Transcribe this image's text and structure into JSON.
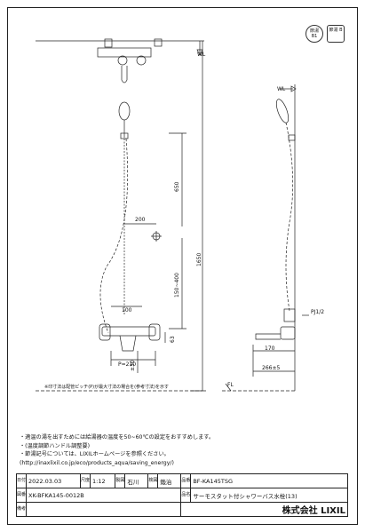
{
  "badges": {
    "left": "節湯 B1",
    "right": "節湯 B"
  },
  "labels": {
    "wl_top": "WL",
    "wl_side": "WL",
    "fl": "FL",
    "dim_650": "650",
    "dim_200": "200",
    "dim_150_400": "150~400",
    "dim_1650": "1650",
    "dim_100": "100",
    "dim_63": "63",
    "dim_p210": "P=210",
    "dim_30": "±30",
    "dim_170": "170",
    "dim_266": "266±5",
    "pj": "PJ1/2",
    "footnote": "※印寸法は配管ピッチ(P)が最大寸法の場合を(参考寸法)を示す"
  },
  "notes": [
    "・適温の湯を出すためには給湯器の温度を50~60℃の設定をおすすめします。",
    "・(温度調節ハンドル調整要)",
    "・節湯記号については、LIXILホームページを参照ください。",
    "(http://inaxlixil.co.jp/eco/products_aqua/saving_energy/)"
  ],
  "title_block": {
    "date_label": "日付",
    "date": "2022.03.03",
    "scale_label": "尺度",
    "scale": "1:12",
    "drawn_label": "製図",
    "drawn": "石川",
    "check_label": "検図",
    "check": "鍛治",
    "product_code_label": "品番",
    "product_code": "BF-KA145TSG",
    "drawing_no_label": "図番",
    "drawing_no": "XK-BFKA145-0012B",
    "product_name_label": "品名",
    "product_name": "サーモスタット付シャワーバス水栓(13)",
    "remarks_label": "備考",
    "company": "株式会社 LIXIL"
  }
}
